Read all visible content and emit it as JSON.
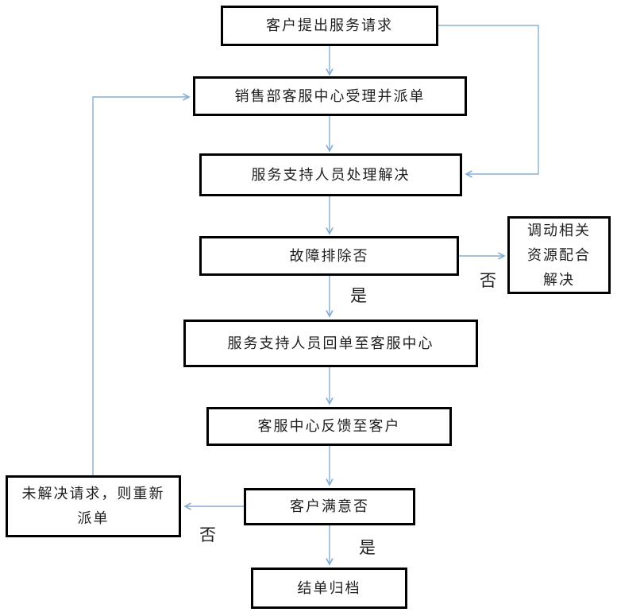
{
  "diagram": {
    "nodes": [
      {
        "id": "customer-request",
        "label": "客户提出服务请求"
      },
      {
        "id": "center-dispatch",
        "label": "销售部客服中心受理并派单"
      },
      {
        "id": "support-resolve",
        "label": "服务支持人员处理解决"
      },
      {
        "id": "fault-cleared",
        "label": "故障排除否"
      },
      {
        "id": "mobilize-resources",
        "label": "调动相关\n资源配合\n解决"
      },
      {
        "id": "return-ticket",
        "label": "服务支持人员回单至客服中心"
      },
      {
        "id": "feedback-customer",
        "label": "客服中心反馈至客户"
      },
      {
        "id": "customer-satisfied",
        "label": "客户满意否"
      },
      {
        "id": "redispatch",
        "label": "未解决请求，则重新\n派单"
      },
      {
        "id": "close-archive",
        "label": "结单归档"
      }
    ],
    "edge_labels": {
      "fault_yes": "是",
      "fault_no": "否",
      "satisfied_no": "否",
      "satisfied_yes": "是"
    },
    "colors": {
      "arrow": "#85aed3",
      "node_border": "#000000",
      "node_text": "#1f1f1f",
      "background": "#ffffff"
    }
  }
}
